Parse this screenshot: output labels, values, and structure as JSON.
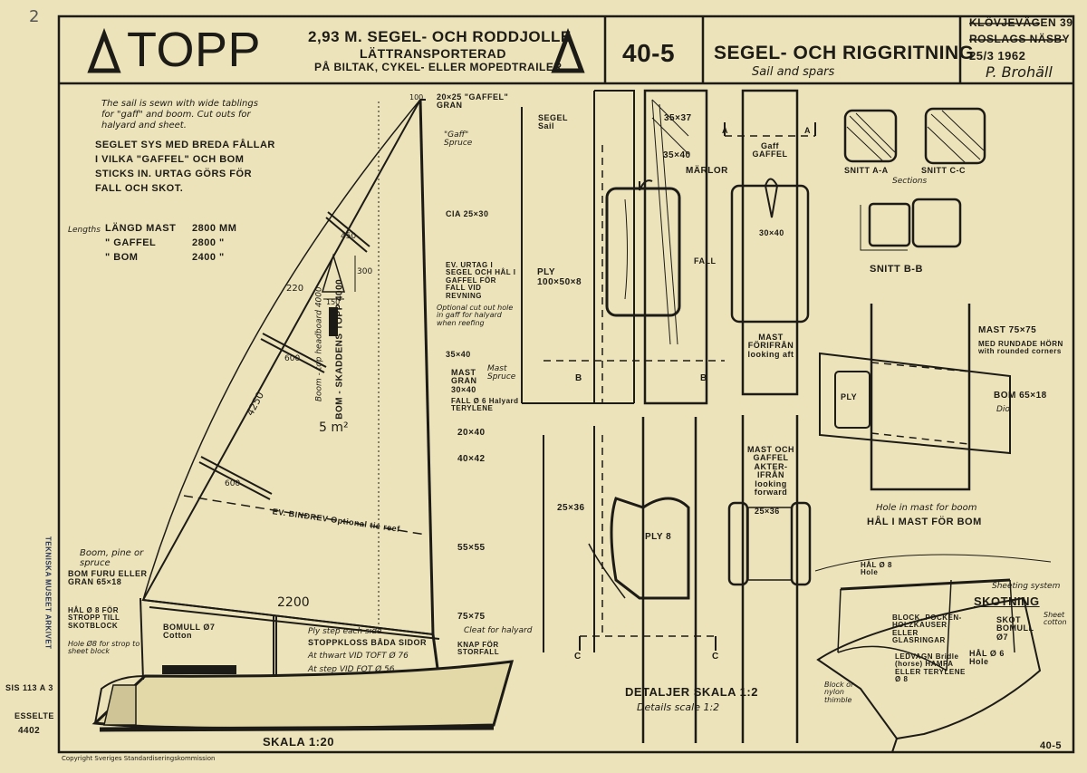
{
  "header": {
    "logo_text": "TOPP",
    "subtitle_line1": "2,93 M. SEGEL- OCH RODDJOLLE",
    "subtitle_line2": "LÄTTRANSPORTERAD",
    "subtitle_line3": "PÅ BILTAK, CYKEL- ELLER MOPEDTRAILER",
    "drawing_number": "40-5",
    "drawing_title": "SEGEL- OCH RIGGRITNING",
    "drawing_title_en": "Sail and spars",
    "address_line1": "KLÖVJEVÄGEN 39",
    "address_line2": "ROSLAGS NÄSBY",
    "date": "25/3 1962",
    "signature": "P. Brohäll"
  },
  "notes": {
    "english": [
      "The sail is sewn with wide tablings",
      "for \"gaff\" and boom. Cut outs for",
      "halyard and sheet."
    ],
    "swedish": [
      "SEGLET SYS MED BREDA FÅLLAR",
      "I VILKA \"GAFFEL\" OCH BOM",
      "STICKS IN. URTAG GÖRS FÖR",
      "FALL OCH SKOT."
    ],
    "lengths_label": "Lengths",
    "lengths": [
      {
        "label": "LÄNGD MAST",
        "value": "2800 MM"
      },
      {
        "label": "\" GAFFEL",
        "value": "2800 \""
      },
      {
        "label": "\" BOM",
        "value": "2400 \""
      }
    ]
  },
  "sail_plan": {
    "dims": {
      "d450": "450",
      "d300": "300",
      "d150": "150",
      "d220": "220",
      "d600a": "600",
      "d4250": "4250",
      "d600b": "600",
      "area": "5 m²",
      "d2200": "2200",
      "d100": "100",
      "d4000": "BOM - SKADDENS TOPP 4000",
      "d4000en": "Boom - top headboard 4000"
    },
    "labels": {
      "gaff": "20×25 \"GAFFEL\" GRAN",
      "gaff_en": "\"Gaff\" Spruce",
      "cia": "CIA 25×30",
      "reef_cut": "EV. URTAG I SEGEL OCH HÅL I GAFFEL FÖR FALL VID REVNING",
      "reef_cut_en": "Optional cut out hole in gaff for halyard when reefing",
      "mast_35": "35×40",
      "mast": "MAST GRAN 30×40",
      "mast_en": "Mast Spruce",
      "halyard": "FALL Ø 6 Halyard TERYLENE",
      "d20x40": "20×40",
      "d40x42": "40×42",
      "d55x55": "55×55",
      "d75x75": "75×75",
      "bindrev": "EV. BINDREV Optional tie reef",
      "boom_en": "Boom, pine or spruce",
      "boom": "BOM FURU ELLER GRAN 65×18",
      "hole": "HÅL Ø 8 FÖR STROPP TILL SKOTBLOCK",
      "hole_en": "Hole Ø8 for strop to sheet block",
      "cotton": "BOMULL Ø7 Cotton",
      "ply_step": "Ply step each side",
      "step": "STOPPKLOSS BÅDA SIDOR",
      "toft": "At thwart VID TOFT Ø 76",
      "step_d": "At step VID FOT Ø 56",
      "cleat_en": "Cleat for halyard",
      "cleat": "KNAP FÖR STORFALL",
      "scale": "SKALA 1:20"
    }
  },
  "details": {
    "segel": "SEGEL Sail",
    "d35x37": "35×37",
    "d35x40": "35×40",
    "marlor": "MÄRLOR",
    "fall": "FALL",
    "ply": "PLY 100×50×8",
    "gaff": "Gaff GAFFEL",
    "d30x40": "30×40",
    "mast_front": "MAST FÖRIFRÅN looking aft",
    "d25x36": "25×36",
    "ply8": "PLY 8",
    "mast_gaff": "MAST OCH GAFFEL AKTER-IFRÅN looking forward",
    "d25x36b": "25×36",
    "scale": "DETALJER SKALA 1:2",
    "scale_en": "Details scale 1:2",
    "section_a": "A",
    "section_b": "B",
    "section_c": "C"
  },
  "sections": {
    "aa": "SNITT A-A",
    "cc": "SNITT C-C",
    "en": "Sections",
    "bb": "SNITT B-B",
    "mast": "MAST 75×75",
    "mast_note": "MED RUNDADE HÖRN with rounded corners",
    "boom": "BOM 65×18",
    "boom_sub": "Dio",
    "ply": "PLY",
    "hole_en": "Hole in mast for boom",
    "hole": "HÅL I MAST FÖR BOM"
  },
  "sheeting": {
    "hole": "HÅL Ø 8 Hole",
    "sheeting_en": "Sheeting system",
    "title": "SKOTNING",
    "sheet": "SKOT BOMULL Ø7",
    "sheet_en": "Sheet cotton",
    "block": "BLOCK, POCKEN-HOLZKAUSER ELLER GLASRINGAR",
    "hole6": "HÅL Ø 6 Hole",
    "traveller": "LEDVAGN Bridle (horse) HAMPA ELLER TERYLENE Ø 8",
    "block_en": "Block or nylon thimble"
  },
  "margin": {
    "stamp": "TEKNISKA MUSEET ARKIVET",
    "sis": "SIS 113 A 3",
    "brand": "ESSELTE",
    "code": "4402",
    "copyright": "Copyright Sveriges Standardiseringskommission",
    "footer_number": "40-5",
    "corner_mark": "2"
  }
}
